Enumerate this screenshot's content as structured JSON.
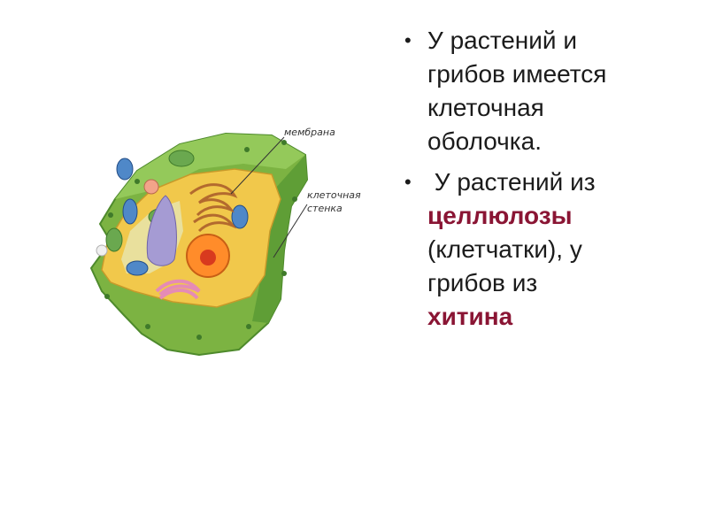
{
  "diagram": {
    "labels": {
      "membrane": "мембрана",
      "wall_line1": "клеточная",
      "wall_line2": "стенка"
    },
    "colors": {
      "cell_wall": "#7cb342",
      "cell_wall_dark": "#4e8a2c",
      "cytoplasm": "#f1c84b",
      "vacuole": "#e8e2a6",
      "nucleus": "#ff8c2a",
      "nucleolus": "#d83a1e",
      "golgi": "#e58bb5",
      "mitochondria": "#4f88c8"
    }
  },
  "bullets": [
    {
      "lines": [
        "У растений и",
        "грибов имеется",
        "клеточная",
        "оболочка."
      ]
    },
    {
      "line1": " У растений из",
      "line2_hl": "целлюлозы",
      "line3": "(клетчатки), у",
      "line4": "грибов из",
      "line5_hl": "хитина"
    }
  ],
  "bullet_symbol": "•",
  "highlight_color": "#8a1534"
}
